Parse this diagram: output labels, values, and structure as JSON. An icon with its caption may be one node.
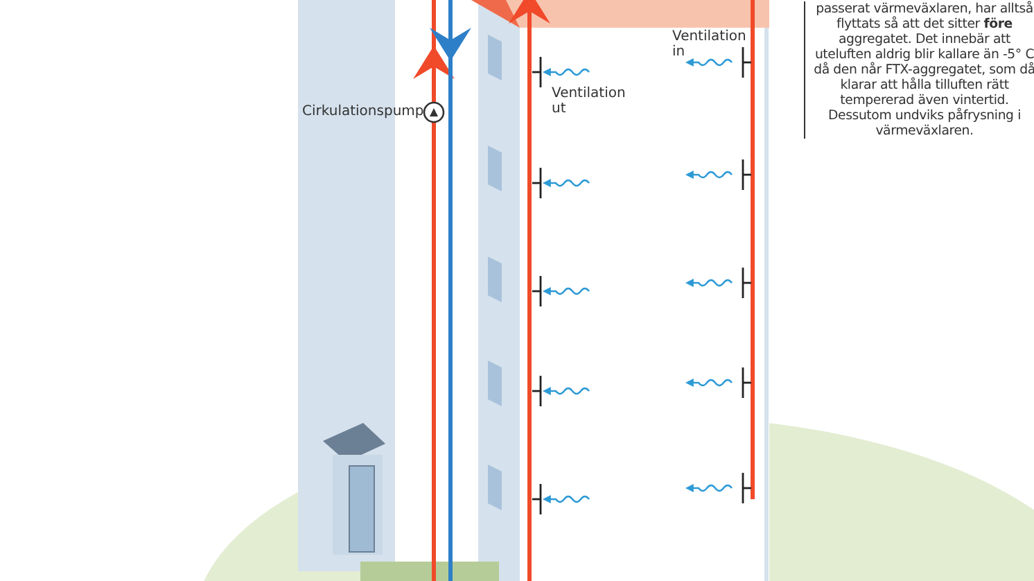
{
  "diagram": {
    "labels": [
      "Cirkulationspump",
      "Ventilation ut",
      "Ventilation in",
      "passerat värmeväxlaren, har alltså flyttats så att det sitter **före** aggregatet. Det innebär att uteluften aldrig blir kallare än -5° C då den når FTX-aggregatet, som då klarar att hålla tilluften rätt tempererad även vintertid. Dessutom undviks påfrysning i värmeväxlaren."
    ]
  }
}
